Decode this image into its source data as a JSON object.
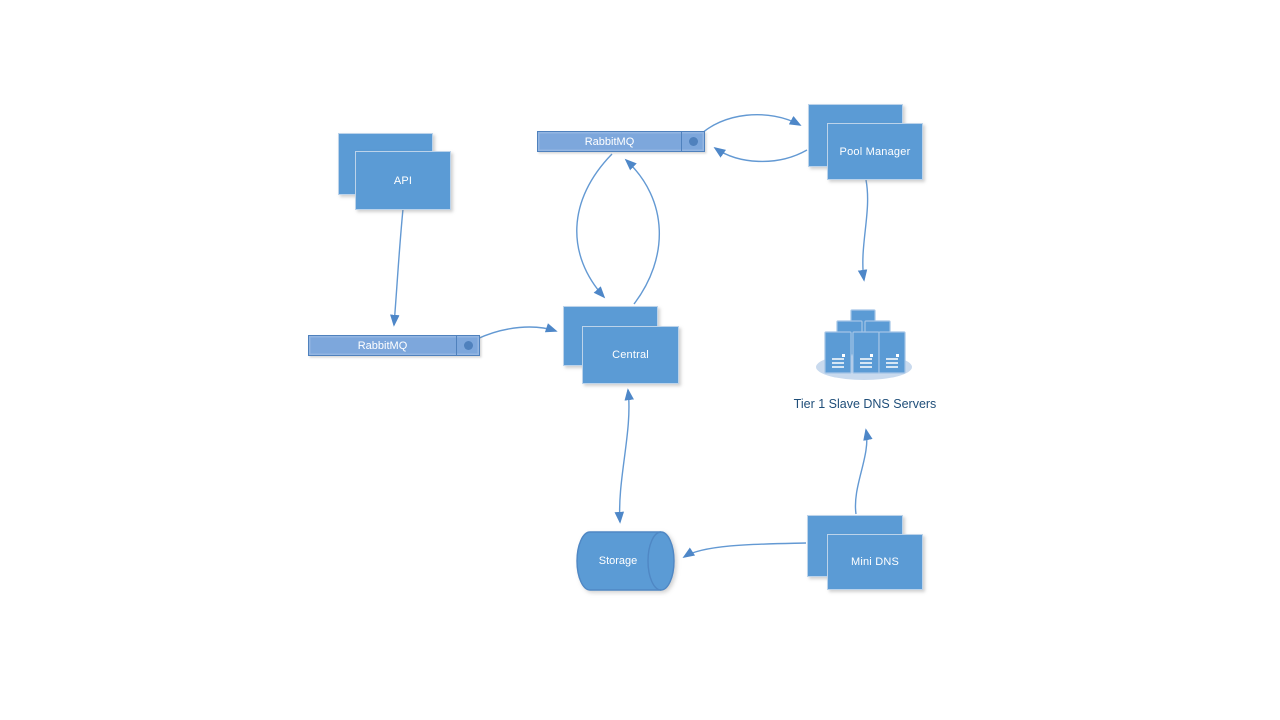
{
  "diagram": {
    "colors": {
      "background": "#ffffff",
      "node_fill": "#5b9bd5",
      "node_border": "#bcd3ea",
      "queue_fill": "#7da7dc",
      "queue_border": "#4f81bd",
      "connector": "#6399d3",
      "arrowhead": "#4e87c8",
      "node_text": "#ffffff",
      "dark_label": "#1f4e79",
      "platform_fill": "#c9daee"
    },
    "nodes": {
      "api": {
        "label": "API",
        "type": "stacked-box"
      },
      "rabbitmq_top": {
        "label": "RabbitMQ",
        "type": "queue"
      },
      "rabbitmq_left": {
        "label": "RabbitMQ",
        "type": "queue"
      },
      "pool_manager": {
        "label": "Pool Manager",
        "type": "stacked-box"
      },
      "central": {
        "label": "Central",
        "type": "stacked-box"
      },
      "storage": {
        "label": "Storage",
        "type": "cylinder"
      },
      "mini_dns": {
        "label": "Mini DNS",
        "type": "stacked-box"
      },
      "dns_servers": {
        "label": "Tier 1 Slave DNS Servers",
        "type": "server-cluster"
      }
    },
    "edges": [
      {
        "from": "api",
        "to": "rabbitmq_left",
        "arrow": "end"
      },
      {
        "from": "rabbitmq_left",
        "to": "central",
        "arrow": "end"
      },
      {
        "from": "rabbitmq_top",
        "to": "central",
        "arrow": "end"
      },
      {
        "from": "central",
        "to": "rabbitmq_top",
        "arrow": "end"
      },
      {
        "from": "rabbitmq_top",
        "to": "pool_manager",
        "arrow": "end"
      },
      {
        "from": "pool_manager",
        "to": "rabbitmq_top",
        "arrow": "end"
      },
      {
        "from": "pool_manager",
        "to": "dns_servers",
        "arrow": "end"
      },
      {
        "from": "central",
        "to": "storage",
        "arrow": "both"
      },
      {
        "from": "mini_dns",
        "to": "storage",
        "arrow": "end"
      },
      {
        "from": "mini_dns",
        "to": "dns_servers",
        "arrow": "end"
      }
    ]
  }
}
